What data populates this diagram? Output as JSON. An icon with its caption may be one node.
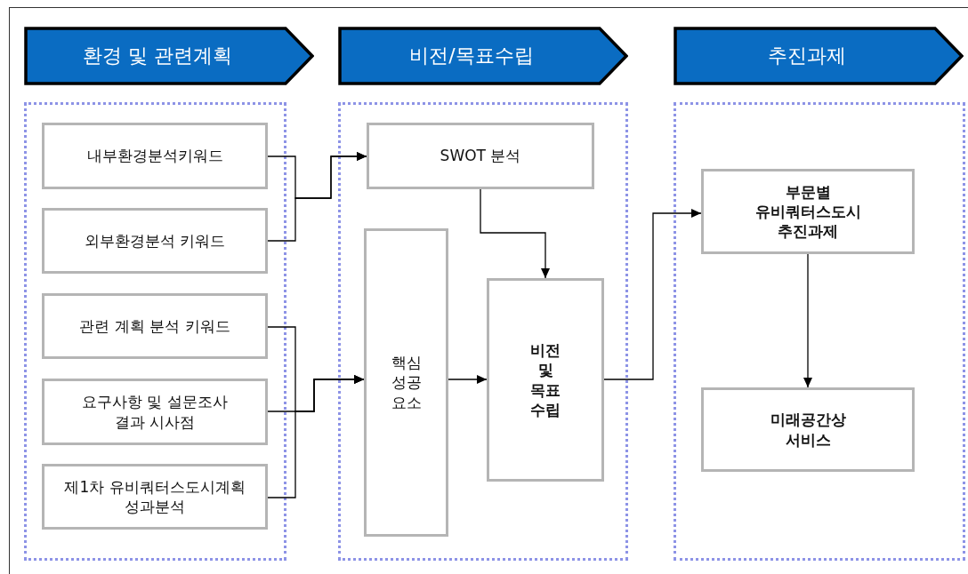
{
  "diagram": {
    "nodes": [
      {
        "text": [
          "환경 및 관련계획"
        ]
      },
      {
        "text": [
          "비전/목표수립"
        ]
      },
      {
        "text": [
          "추진과제"
        ]
      },
      {
        "text": [],
        "shape": "box"
      },
      {
        "text": [
          "내부환경분석키워드"
        ],
        "in": 3
      },
      {
        "text": [
          "외부환경분석 키워드"
        ],
        "in": 3
      },
      {
        "text": [
          "관련 계획 분석 키워드"
        ],
        "in": 3
      },
      {
        "text": [
          "요구사항 및 설문조사 결과 시사점"
        ],
        "in": 3
      },
      {
        "text": [
          "제1차 유비쿼터스도시계획 성과분석"
        ],
        "in": 3
      },
      {
        "text": [],
        "shape": "box"
      },
      {
        "text": [
          "SWOT 분석"
        ],
        "in": 9
      },
      {
        "text": [
          "핵심 성공 요소"
        ],
        "in": 9
      },
      {
        "text": [
          "비전 및 목표 수립"
        ],
        "in": 9
      },
      {
        "text": [],
        "shape": "box"
      },
      {
        "text": [
          "부문별 유비쿼터스도시 추진과제"
        ],
        "in": 13
      },
      {
        "text": [
          "미래공간상 서비스"
        ],
        "in": 13
      }
    ],
    "edges": [
      {
        "from": 4,
        "to": 10,
        "arrow": "to"
      },
      {
        "from": 5,
        "to": 10,
        "arrow": "to"
      },
      {
        "from": 6,
        "to": 11,
        "arrow": "to"
      },
      {
        "from": 7,
        "to": 11,
        "arrow": "to"
      },
      {
        "from": 8,
        "to": 11,
        "arrow": "to"
      },
      {
        "from": 10,
        "to": 12,
        "arrow": "to"
      },
      {
        "from": 11,
        "to": 12,
        "arrow": "to"
      },
      {
        "from": 12,
        "to": 14,
        "arrow": "to"
      },
      {
        "from": 14,
        "to": 15,
        "arrow": "to"
      }
    ]
  }
}
